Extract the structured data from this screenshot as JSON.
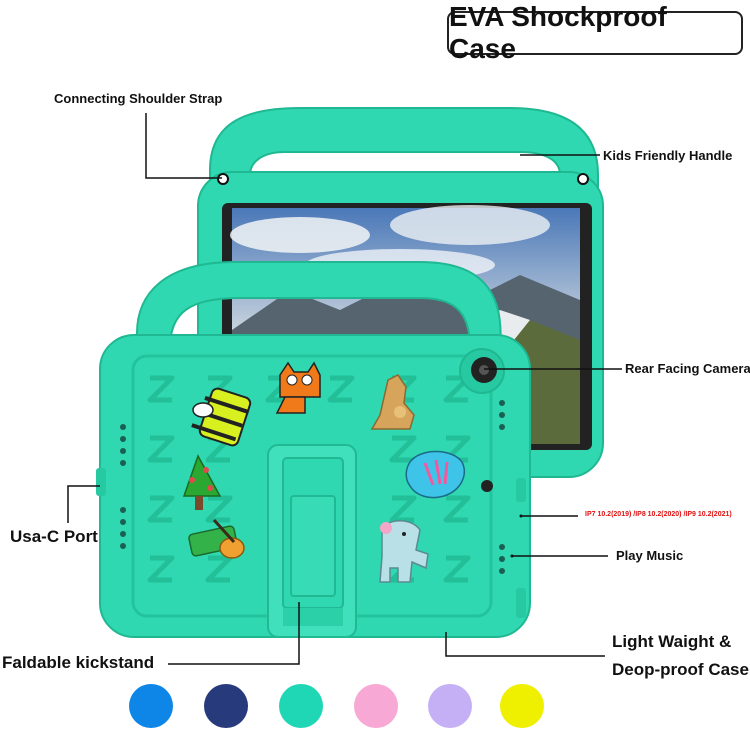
{
  "title": "EVA Shockproof Case",
  "labels": {
    "shoulder_strap": "Connecting Shoulder Strap",
    "handle": "Kids Friendly Handle",
    "camera": "Rear Facing Camera",
    "usb_port": "Usa-C Port",
    "models": "IP7 10.2(2019) /IP8 10.2(2020) /IP9 10.2(2021)",
    "play_music": "Play Music",
    "kickstand": "Faldable kickstand",
    "light_weight_1": "Light Waight &",
    "light_weight_2": "Deop-proof Case"
  },
  "colors": {
    "case": "#2fd8b0",
    "case_dark": "#1fb892",
    "swatches": [
      "#0d86e8",
      "#273a7c",
      "#1fd6b5",
      "#f7a8d4",
      "#c6b0f5",
      "#eef000"
    ]
  }
}
